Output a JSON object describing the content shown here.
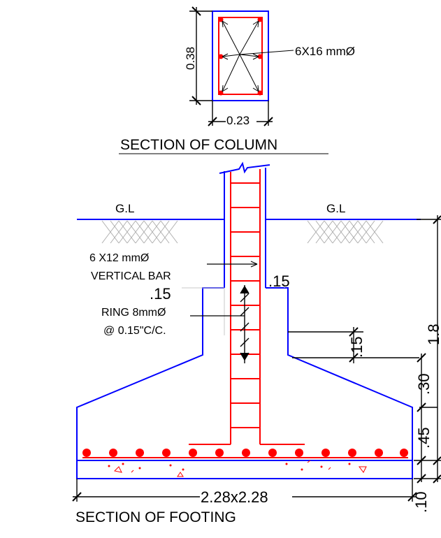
{
  "column_section": {
    "dim_depth": "0.38",
    "dim_width": "0.23",
    "bar_label": "6X16 mmØ",
    "title": "SECTION OF COLUMN"
  },
  "footing_section": {
    "gl_left": "G.L",
    "gl_right": "G.L",
    "vertical_bar_line1": "6 X12 mmØ",
    "vertical_bar_line2": "VERTICAL BAR",
    "ring_line1": "RING 8mmØ",
    "ring_line2": "@ 0.15\"C/C.",
    "dim_ring_left": ".15",
    "dim_ring_right": ".15",
    "dim_pedestal": ".15",
    "dim_depth_total": "1.8",
    "dim_slope": ".30",
    "dim_edge": ".45",
    "dim_pcc": ".10",
    "dim_plan": "2.28x2.28",
    "title": "SECTION OF FOOTING"
  },
  "colors": {
    "concrete_outline": "#0000ff",
    "reinforcement": "#ff0000",
    "dimension": "#000000",
    "hatch": "#b0b0b0"
  }
}
